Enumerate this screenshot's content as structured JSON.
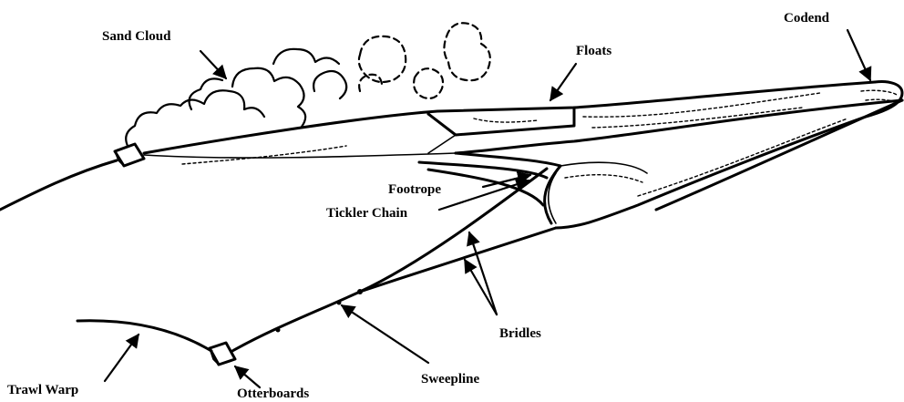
{
  "labels": {
    "sand_cloud": "Sand Cloud",
    "floats": "Floats",
    "codend": "Codend",
    "footrope": "Footrope",
    "tickler_chain": "Tickler Chain",
    "bridles": "Bridles",
    "sweepline": "Sweepline",
    "trawl_warp": "Trawl Warp",
    "otterboards": "Otterboards"
  }
}
